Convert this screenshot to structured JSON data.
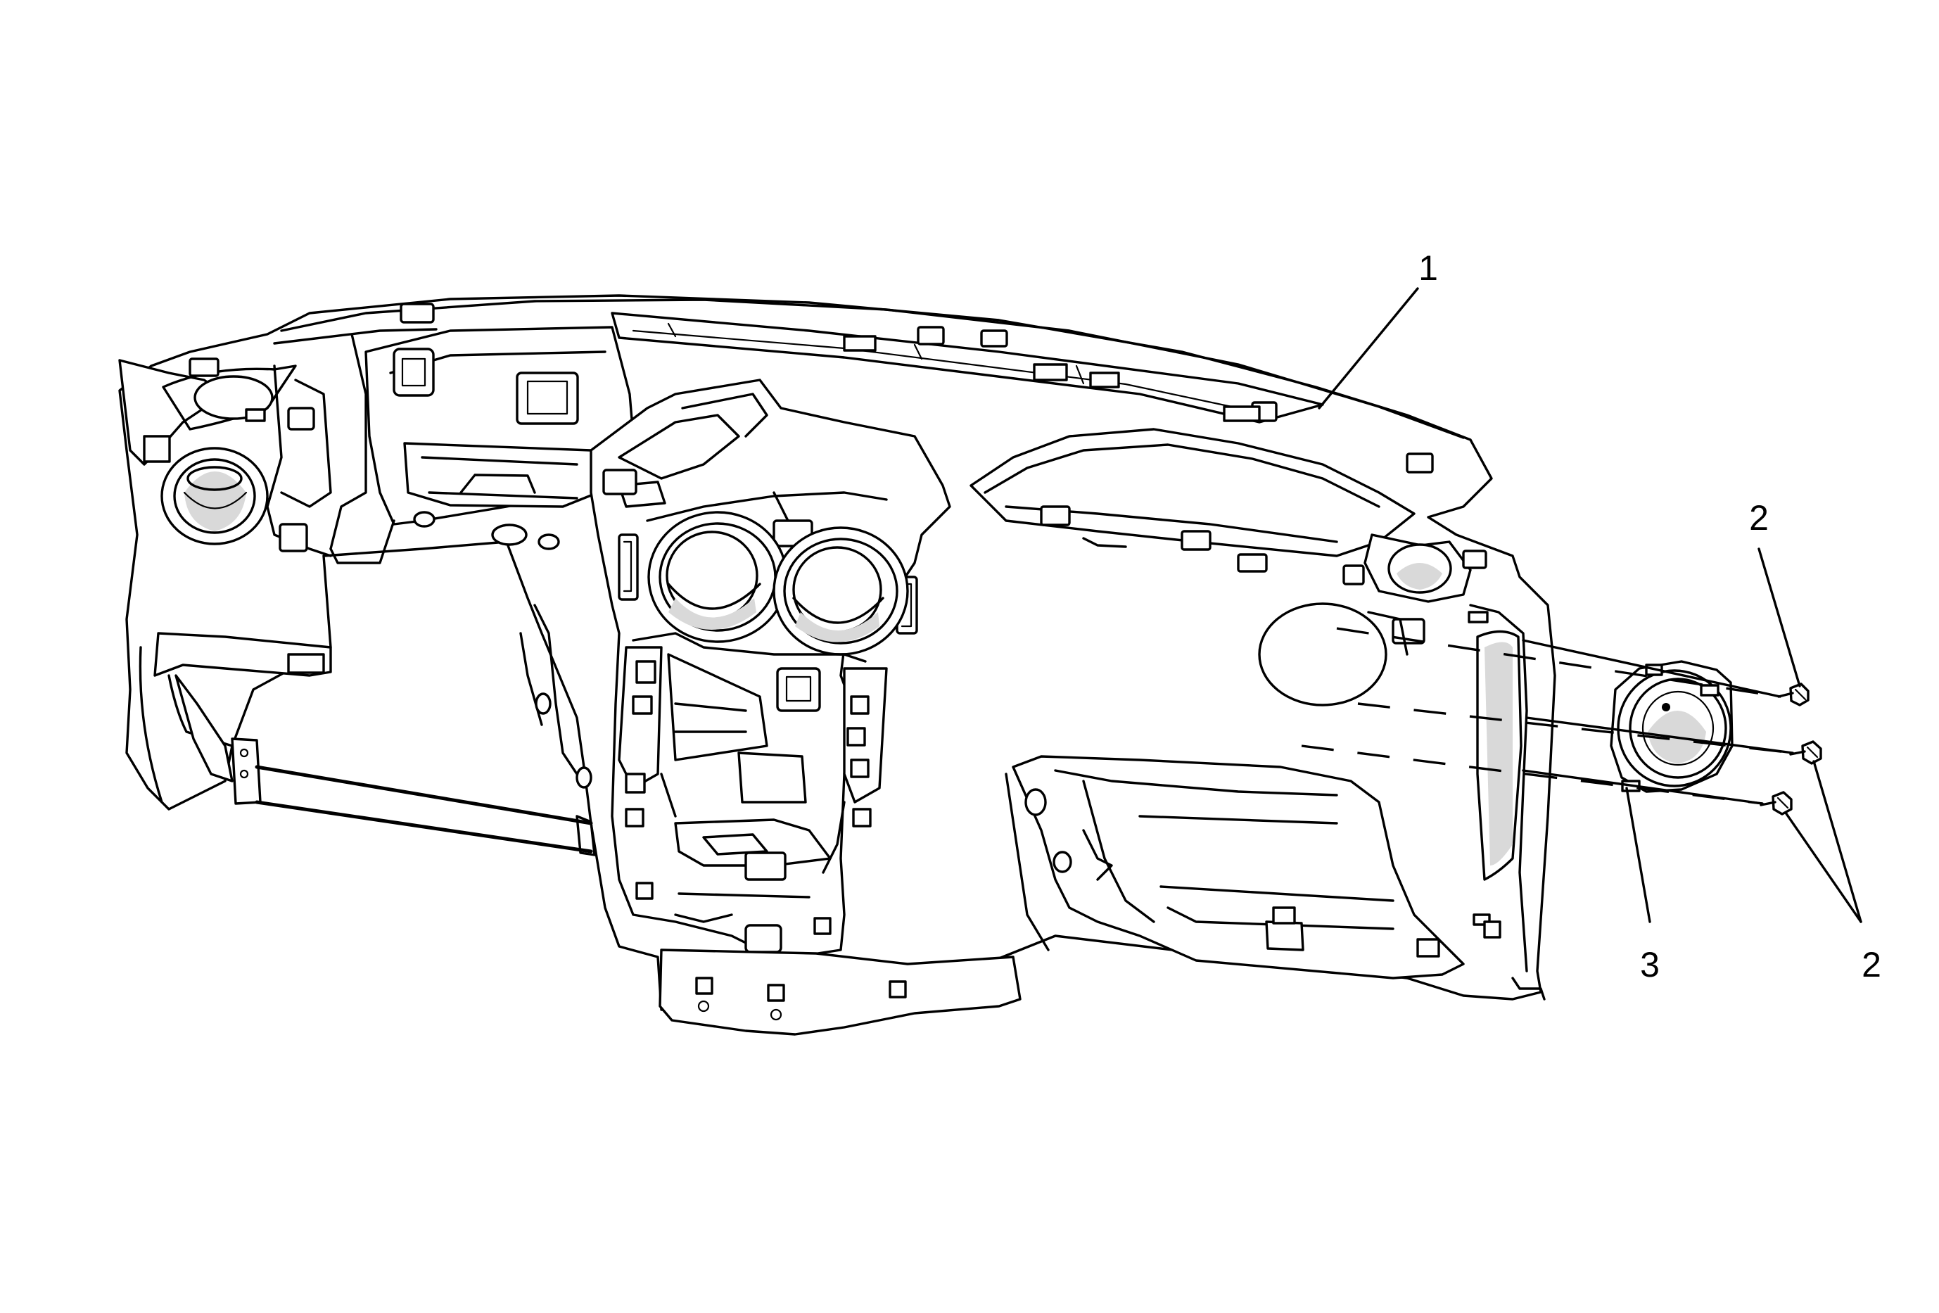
{
  "figure": {
    "background": "#ffffff",
    "line_color": "#000000"
  },
  "callouts": {
    "dashboard": "1",
    "fastener_top": "2",
    "fastener_group": "2",
    "speaker": "3"
  }
}
